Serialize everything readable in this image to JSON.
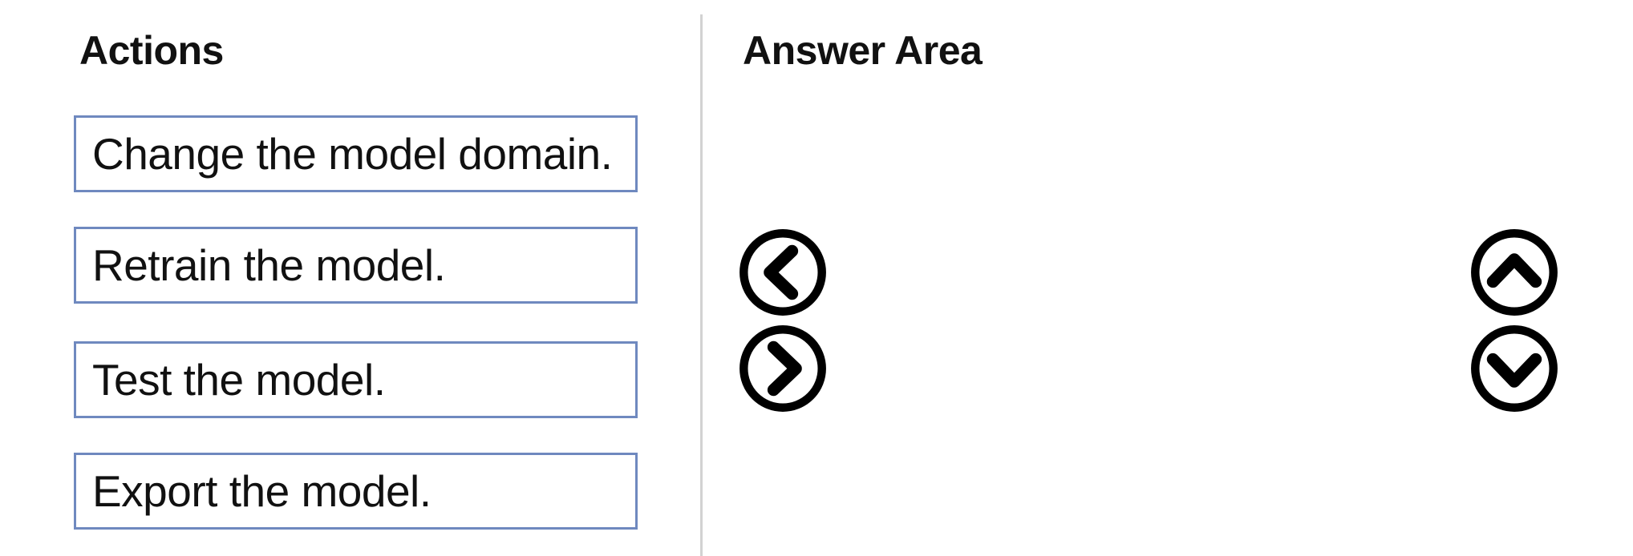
{
  "actions_panel": {
    "heading": "Actions",
    "items": [
      {
        "label": "Change the model domain."
      },
      {
        "label": "Retrain the model."
      },
      {
        "label": "Test the model."
      },
      {
        "label": "Export the model."
      }
    ]
  },
  "answer_panel": {
    "heading": "Answer Area",
    "items": []
  },
  "controls": {
    "move_left_icon": "chevron-left-circle-icon",
    "move_right_icon": "chevron-right-circle-icon",
    "move_up_icon": "chevron-up-circle-icon",
    "move_down_icon": "chevron-down-circle-icon"
  },
  "colors": {
    "item_border": "#6f89bf",
    "divider": "#d2d2d2",
    "text": "#111111",
    "icon": "#000000"
  }
}
